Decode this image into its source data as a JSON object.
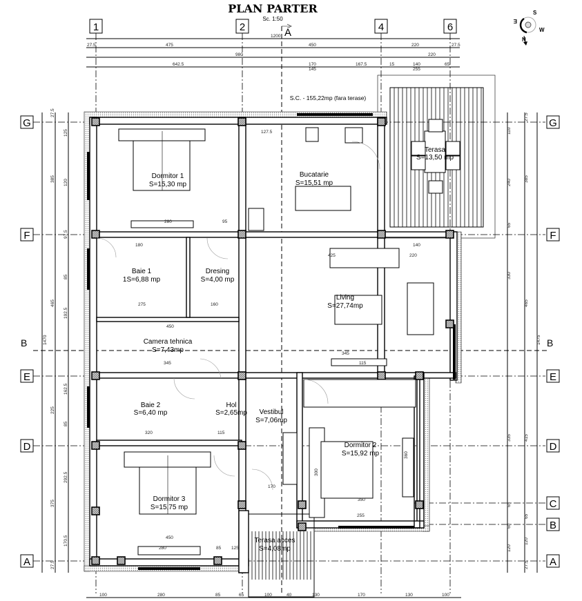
{
  "title": "PLAN PARTER",
  "scale": "Sc. 1:50",
  "section_a": "A",
  "section_b": "B",
  "summary": "S.C. - 155,22mp (fara terase)",
  "axes_vertical": [
    "1",
    "2",
    "4",
    "6"
  ],
  "axes_horizontal": [
    "G",
    "F",
    "E",
    "D",
    "C",
    "B",
    "A"
  ],
  "compass": {
    "n": "N",
    "s": "S",
    "e": "E",
    "w": "W"
  },
  "rooms": [
    {
      "name": "Dormitor 1",
      "area": "S=15,30 mp"
    },
    {
      "name": "Bucatarie",
      "area": "S=15,51 mp"
    },
    {
      "name": "Terasa",
      "area": "S=13,50 mp"
    },
    {
      "name": "Baie 1",
      "area": "1S=6,88 mp"
    },
    {
      "name": "Dresing",
      "area": "S=4,00 mp"
    },
    {
      "name": "Living",
      "area": "S=27,74mp"
    },
    {
      "name": "Camera tehnica",
      "area": "S=7,43mp"
    },
    {
      "name": "Baie 2",
      "area": "S=6,40 mp"
    },
    {
      "name": "Hol",
      "area": "S=2,65mp"
    },
    {
      "name": "Vestibul",
      "area": "S=7,06mp"
    },
    {
      "name": "Dormitor 2",
      "area": "S=15,92 mp"
    },
    {
      "name": "Dormitor 3",
      "area": "S=15,75 mp"
    },
    {
      "name": "Terasa acces",
      "area": "S=4,08mp"
    }
  ],
  "dims_top": [
    "1200",
    "27.5",
    "475",
    "450",
    "220",
    "27.5",
    "980",
    "220",
    "642.5",
    "170",
    "145",
    "167.5",
    "15",
    "140",
    "255",
    "65"
  ],
  "dims_bottom": [
    "100",
    "280",
    "85",
    "65",
    "100",
    "40",
    "130",
    "170",
    "130",
    "100"
  ],
  "dims_left": [
    "1470",
    "27.5",
    "385",
    "465",
    "225",
    "375",
    "27.5",
    "125",
    "120",
    "97.5",
    "85",
    "192.5",
    "162.5",
    "85",
    "292.5",
    "170.5"
  ],
  "dims_right": [
    "110",
    "240",
    "65",
    "330",
    "335",
    "65",
    "60",
    "120",
    "27.5",
    "385",
    "465",
    "415",
    "65",
    "120",
    "27.5",
    "1475"
  ],
  "dims_inner": [
    "280",
    "95",
    "180",
    "275",
    "160",
    "450",
    "345",
    "320",
    "115",
    "450",
    "280",
    "85",
    "125",
    "425",
    "345",
    "115",
    "350",
    "255",
    "170",
    "300",
    "360",
    "127.5",
    "220",
    "140"
  ]
}
